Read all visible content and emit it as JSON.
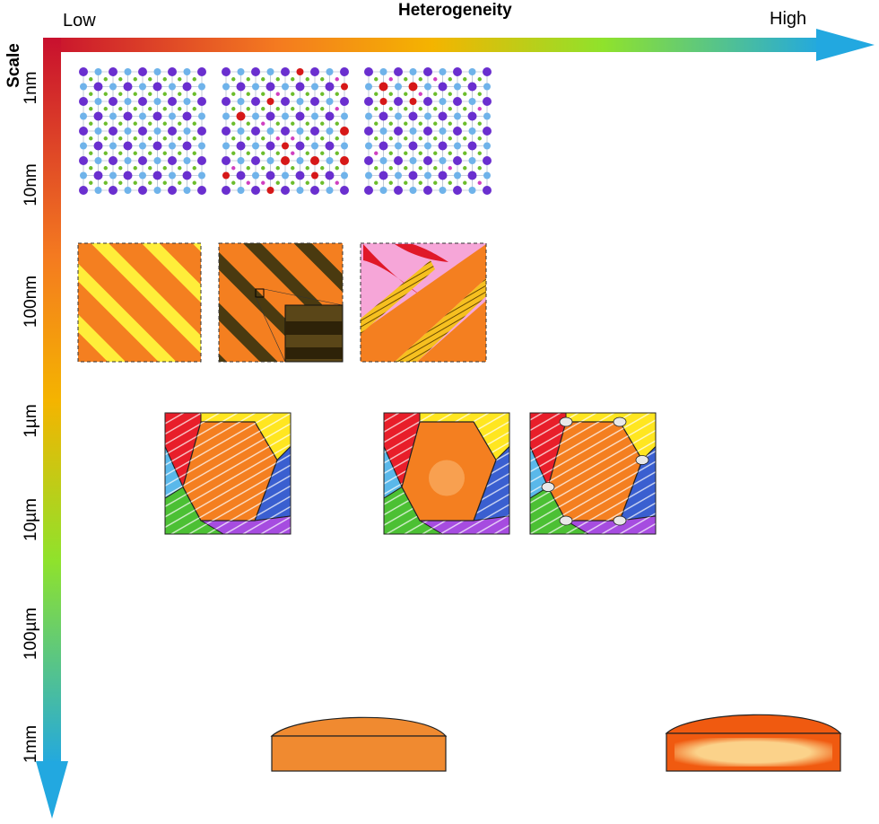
{
  "axes": {
    "x_title": "Heterogeneity",
    "x_low": "Low",
    "x_high": "High",
    "y_title": "Scale",
    "y_ticks": [
      "1nm",
      "10nm",
      "100nm",
      "1µm",
      "10µm",
      "100µm",
      "1mm"
    ]
  },
  "colors": {
    "gradient": [
      "#c8102e",
      "#f47a20",
      "#f4b400",
      "#8fe22c",
      "#22a8e0"
    ],
    "orange": "#f47f20",
    "yellow": "#ffee3a",
    "lattice_large": "#6a2fcf",
    "lattice_medium": "#6fb3ea",
    "lattice_small": "#6cbd2c",
    "defect_red": "#d61818",
    "pink": "#f6a6d8"
  }
}
